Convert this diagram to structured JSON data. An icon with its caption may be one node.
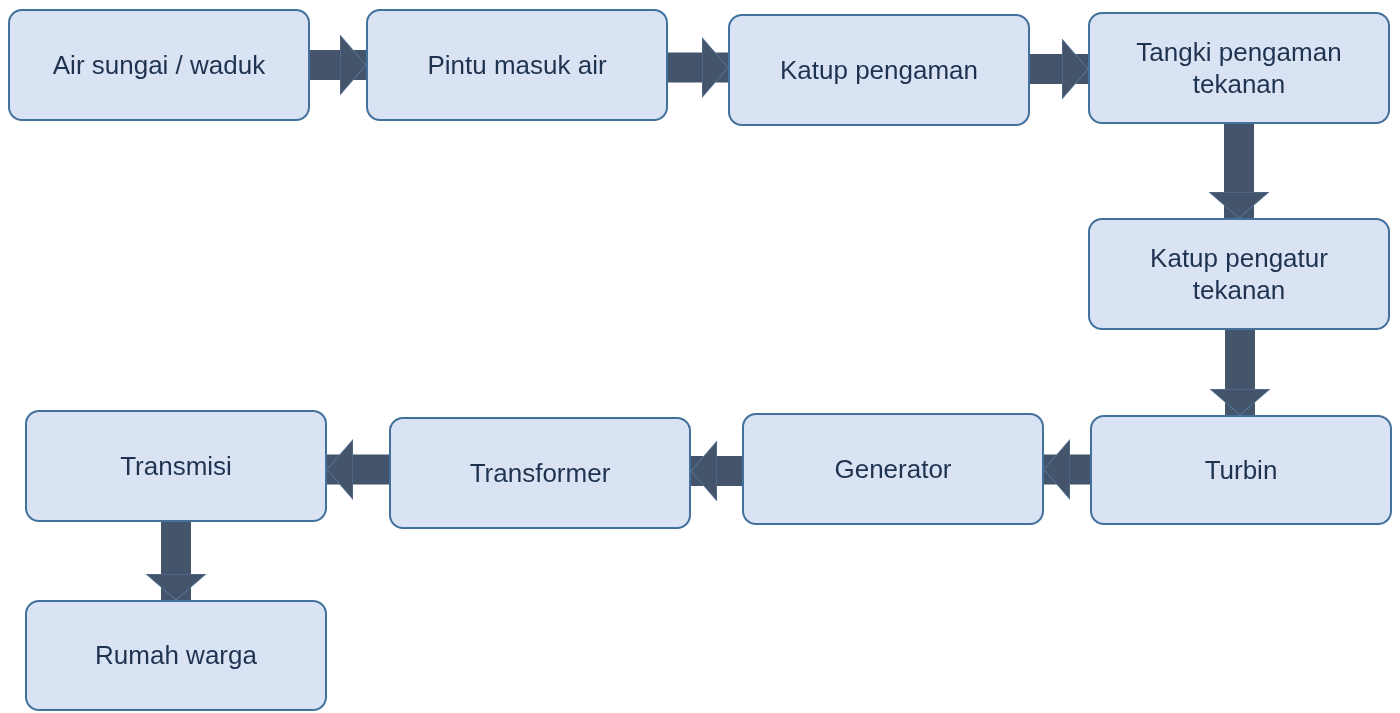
{
  "diagram": {
    "nodes": [
      {
        "text": [
          "Air sungai / waduk"
        ]
      },
      {
        "text": [
          "Pintu masuk air"
        ]
      },
      {
        "text": [
          "Katup pengaman"
        ]
      },
      {
        "text": [
          "Tangki pengaman tekanan"
        ]
      },
      {
        "text": [
          "Katup pengatur tekanan"
        ]
      },
      {
        "text": [
          "Turbin"
        ]
      },
      {
        "text": [
          "Generator"
        ]
      },
      {
        "text": [
          "Transformer"
        ]
      },
      {
        "text": [
          "Transmisi"
        ]
      },
      {
        "text": [
          "Rumah warga"
        ]
      }
    ],
    "edges": [
      {
        "from": 0,
        "to": 1,
        "arrow": "to"
      },
      {
        "from": 1,
        "to": 2,
        "arrow": "to"
      },
      {
        "from": 2,
        "to": 3,
        "arrow": "to"
      },
      {
        "from": 3,
        "to": 4,
        "arrow": "to"
      },
      {
        "from": 4,
        "to": 5,
        "arrow": "to"
      },
      {
        "from": 5,
        "to": 6,
        "arrow": "to"
      },
      {
        "from": 6,
        "to": 7,
        "arrow": "to"
      },
      {
        "from": 7,
        "to": 8,
        "arrow": "to"
      },
      {
        "from": 8,
        "to": 9,
        "arrow": "to"
      }
    ]
  }
}
